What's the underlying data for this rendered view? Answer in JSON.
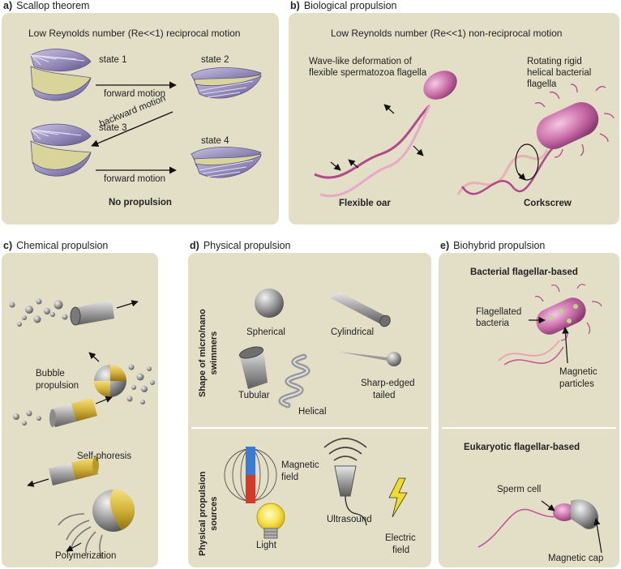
{
  "panels": {
    "a": {
      "letter": "a)",
      "title": "Scallop theorem",
      "subtitle": "Low Reynolds number (Re<<1) reciprocal motion",
      "state1": "state 1",
      "state2": "state 2",
      "state3": "state 3",
      "state4": "state 4",
      "forward1": "forward motion",
      "backward": "backward motion",
      "forward2": "forward motion",
      "result": "No propulsion"
    },
    "b": {
      "letter": "b)",
      "title": "Biological propulsion",
      "subtitle": "Low Reynolds number (Re<<1) non-reciprocal motion",
      "wave_desc_1": "Wave-like deformation of",
      "wave_desc_2": "flexible spermatozoa flagella",
      "rot_desc_1": "Rotating rigid",
      "rot_desc_2": "helical bacterial",
      "rot_desc_3": "flagella",
      "oar": "Flexible oar",
      "corkscrew": "Corkscrew"
    },
    "c": {
      "letter": "c)",
      "title": "Chemical propulsion",
      "bubble_1": "Bubble",
      "bubble_2": "propulsion",
      "selfphoresis": "Self-phoresis",
      "polymerization": "Polymerization"
    },
    "d": {
      "letter": "d)",
      "title": "Physical propulsion",
      "shape_axis_1": "Shape of micro/nano",
      "shape_axis_2": "swimmers",
      "spherical": "Spherical",
      "cylindrical": "Cylindrical",
      "tubular": "Tubular",
      "helical": "Helical",
      "sharp_1": "Sharp-edged",
      "sharp_2": "tailed",
      "sources_axis_1": "Physical propulsion",
      "sources_axis_2": "sources",
      "magnetic_1": "Magnetic",
      "magnetic_2": "field",
      "ultrasound": "Ultrasound",
      "light": "Light",
      "electric_1": "Electric",
      "electric_2": "field"
    },
    "e": {
      "letter": "e)",
      "title": "Biohybrid propulsion",
      "bacterial_title": "Bacterial flagellar-based",
      "flagellated_1": "Flagellated",
      "flagellated_2": "bacteria",
      "magnetic_particles_1": "Magnetic",
      "magnetic_particles_2": "particles",
      "eukaryotic_title": "Eukaryotic flagellar-based",
      "sperm_cell": "Sperm cell",
      "magnetic_cap": "Magnetic cap"
    }
  },
  "colors": {
    "panel_bg": "#e2dfc6",
    "shell": "#8f86b5",
    "shell_inner": "#d8d49a",
    "flagella": "#c05a9a",
    "gold": "#d4b23a",
    "metal": "#9a9a9a",
    "red": "#d33a2a",
    "blue": "#3a7ad4"
  }
}
